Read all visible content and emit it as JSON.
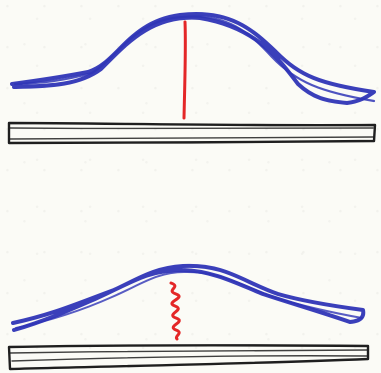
{
  "colors": {
    "background": "#fbfbf6",
    "curve": "#2f35b6",
    "marker": "#e31b1b",
    "bar": "#1f1f1f"
  },
  "figures": [
    {
      "panel": "top",
      "curve_icon": "broad-bell-curve",
      "marker_icon": "straight-vertical-line",
      "bar_icon": "flat-rectangular-bar"
    },
    {
      "panel": "bottom",
      "curve_icon": "low-bell-curve",
      "marker_icon": "wavy-vertical-line",
      "bar_icon": "slightly-tilted-rectangular-bar"
    }
  ]
}
